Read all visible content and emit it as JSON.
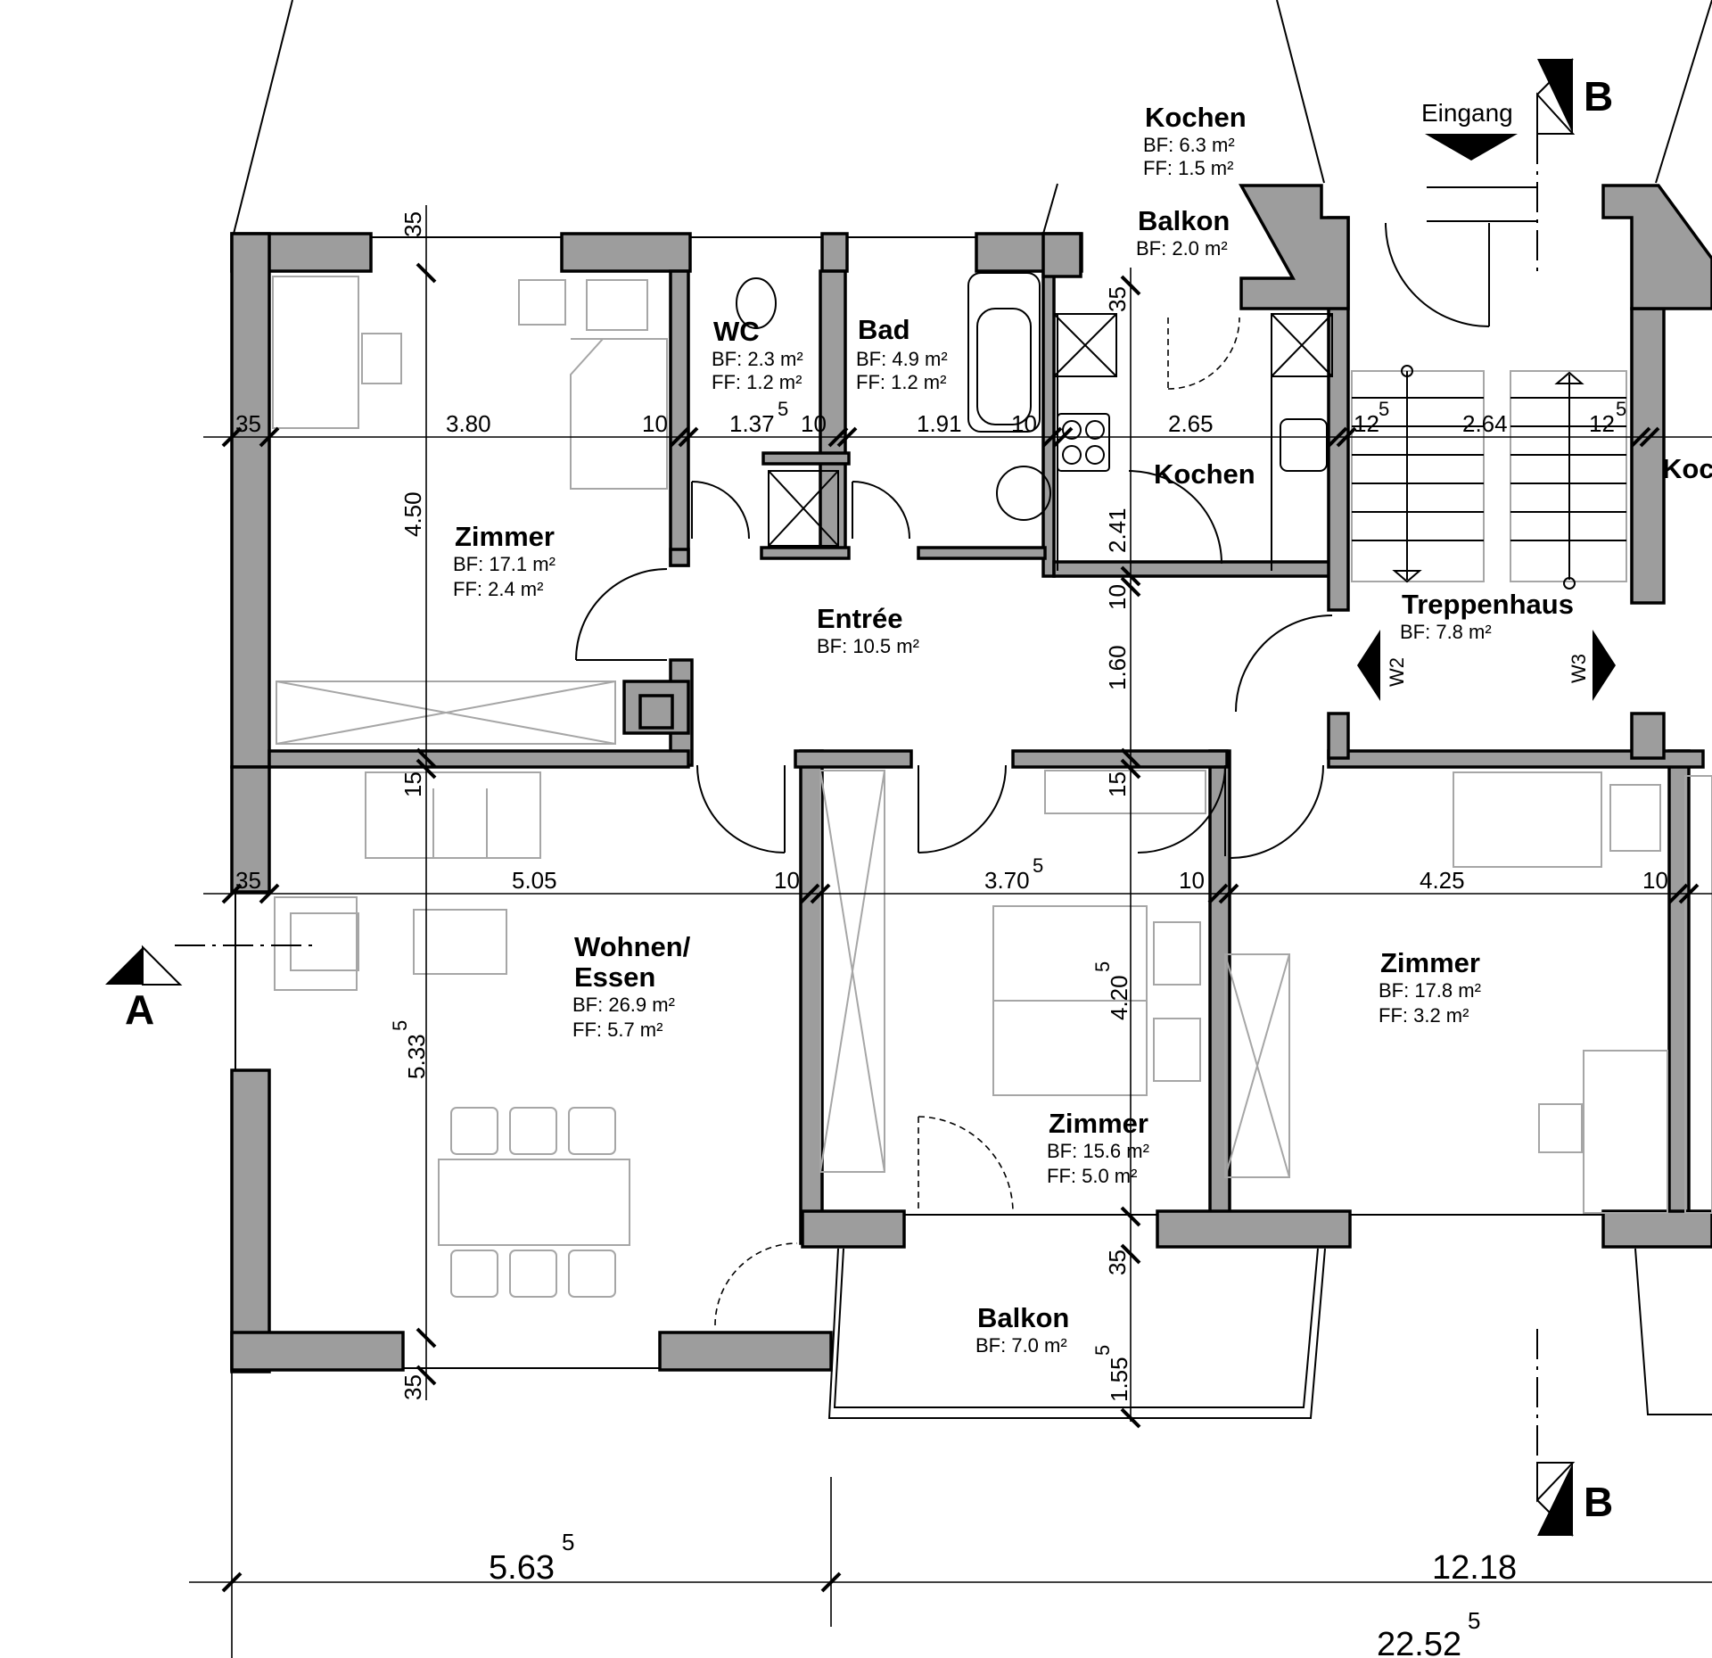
{
  "rooms": [
    {
      "name": "Zimmer",
      "bf": "BF: 17.1 m²",
      "ff": "FF: 2.4 m²"
    },
    {
      "name": "WC",
      "bf": "BF: 2.3 m²",
      "ff": "FF: 1.2 m²"
    },
    {
      "name": "Bad",
      "bf": "BF: 4.9 m²",
      "ff": "FF: 1.2 m²"
    },
    {
      "name": "Kochen",
      "bf": "BF: 6.3 m²",
      "ff": "FF: 1.5 m²"
    },
    {
      "name": "Balkon",
      "bf": "BF: 2.0 m²"
    },
    {
      "name": "Kochen"
    },
    {
      "name": "Entrée",
      "bf": "BF: 10.5 m²"
    },
    {
      "name": "Treppenhaus",
      "bf": "BF: 7.8 m²"
    },
    {
      "name": "Wohnen/",
      "name2": "Essen",
      "bf": "BF: 26.9 m²",
      "ff": "FF: 5.7 m²"
    },
    {
      "name": "Zimmer",
      "bf": "BF: 15.6 m²",
      "ff": "FF: 5.0 m²"
    },
    {
      "name": "Zimmer",
      "bf": "BF: 17.8 m²",
      "ff": "FF: 3.2 m²"
    },
    {
      "name": "Balkon",
      "bf": "BF: 7.0 m²"
    },
    {
      "name": "Koc"
    }
  ],
  "entrance_label": "Eingang",
  "sections": {
    "a": "A",
    "b_top": "B",
    "b_bottom": "B"
  },
  "wall_labels": {
    "w2": "W2",
    "w3": "W3"
  },
  "dimensions": {
    "h1": [
      "35",
      "3.80",
      "10",
      "1.37",
      "5",
      "10",
      "1.91",
      "10",
      "2.65",
      "12",
      "5",
      "2.64",
      "12",
      "5"
    ],
    "h2": [
      "35",
      "5.05",
      "10",
      "3.70",
      "5",
      "10",
      "4.25",
      "10"
    ],
    "v_left": [
      "35",
      "4.50",
      "15",
      "5.33",
      "5",
      "35"
    ],
    "v_mid": [
      "35",
      "2.41",
      "10",
      "1.60",
      "15",
      "4.20",
      "5",
      "35",
      "1.55",
      "5"
    ],
    "overall": {
      "left": "5.63",
      "left_sup": "5",
      "right": "12.18",
      "total": "22.52",
      "total_sup": "5"
    }
  }
}
